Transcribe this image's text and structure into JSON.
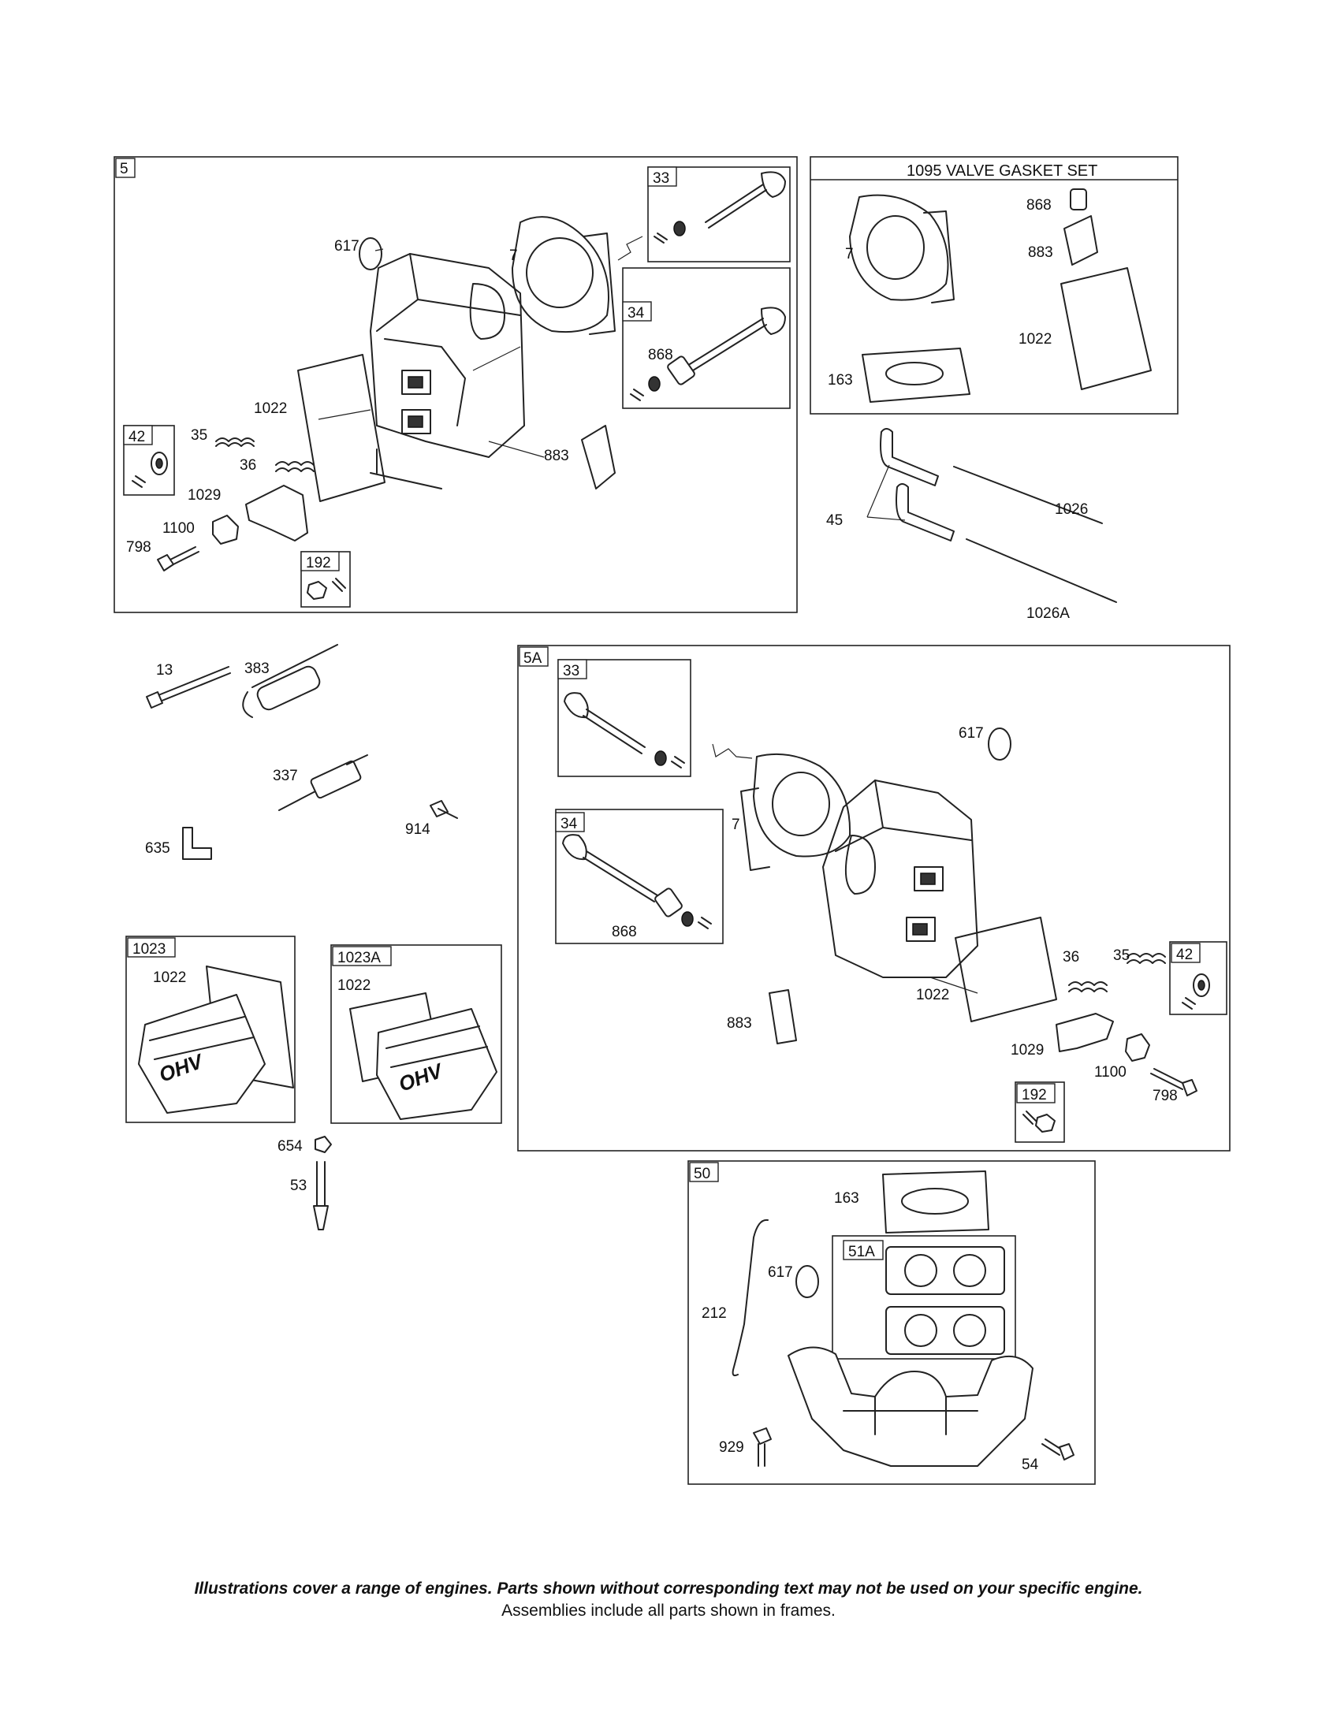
{
  "frames": {
    "f5": "5",
    "f5_33": "33",
    "f5_34": "34",
    "f5_42": "42",
    "f5_192": "192",
    "gasket_set": "1095 VALVE GASKET SET",
    "f5a": "5A",
    "f5a_33": "33",
    "f5a_34": "34",
    "f5a_42": "42",
    "f5a_192": "192",
    "f1023": "1023",
    "f1023a": "1023A",
    "f50": "50",
    "f51a": "51A"
  },
  "labels": {
    "p617_top": "617",
    "p7_top": "7",
    "p868_top": "868",
    "p1022_top": "1022",
    "p35_top": "35",
    "p36_top": "36",
    "p883_top": "883",
    "p1029_top": "1029",
    "p1100_top": "1100",
    "p798_top": "798",
    "p868_set": "868",
    "p7_set": "7",
    "p883_set": "883",
    "p1022_set": "1022",
    "p163_set": "163",
    "p45": "45",
    "p1026": "1026",
    "p1026a": "1026A",
    "p13": "13",
    "p383": "383",
    "p337": "337",
    "p914": "914",
    "p635": "635",
    "p617_5a": "617",
    "p7_5a": "7",
    "p868_5a": "868",
    "p36_5a": "36",
    "p35_5a": "35",
    "p1022_5a": "1022",
    "p883_5a": "883",
    "p1029_5a": "1029",
    "p1100_5a": "1100",
    "p798_5a": "798",
    "p1022_1023": "1022",
    "p1022_1023a": "1022",
    "p654": "654",
    "p53": "53",
    "p163_50": "163",
    "p617_50": "617",
    "p212": "212",
    "p929": "929",
    "p54": "54"
  },
  "footer": {
    "note": "Illustrations cover a range of engines. Parts shown without corresponding text may not be used on your specific engine.",
    "sub": "Assemblies include all parts shown in frames."
  }
}
